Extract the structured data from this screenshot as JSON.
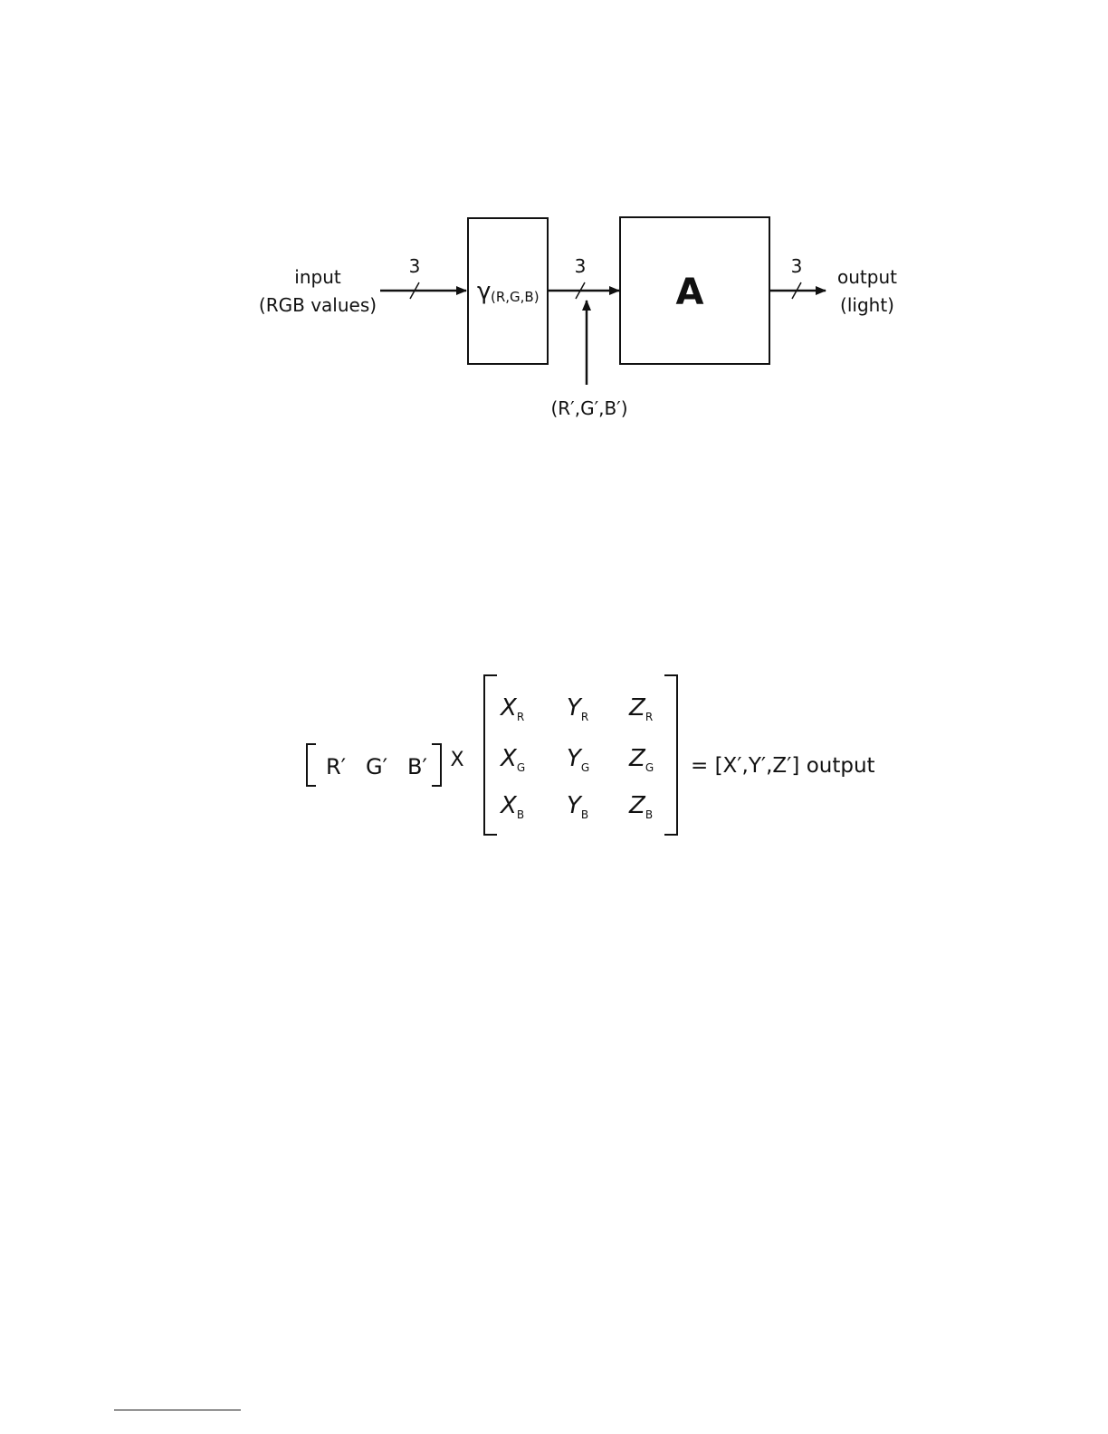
{
  "block_diagram": {
    "input_label_line1": "input",
    "input_label_line2": "(RGB values)",
    "bus_width_1": "3",
    "bus_width_2": "3",
    "bus_width_3": "3",
    "gamma_symbol": "γ",
    "gamma_args": "(R,G,B)",
    "matrix_block_label": "A",
    "intermediate_label": "(R′,G′,B′)",
    "output_label_line1": "output",
    "output_label_line2": "(light)"
  },
  "equation": {
    "row_vector": [
      "R′",
      "G′",
      "B′"
    ],
    "times": "X",
    "matrix": [
      [
        {
          "base": "X",
          "sub": "R"
        },
        {
          "base": "Y",
          "sub": "R"
        },
        {
          "base": "Z",
          "sub": "R"
        }
      ],
      [
        {
          "base": "X",
          "sub": "G"
        },
        {
          "base": "Y",
          "sub": "G"
        },
        {
          "base": "Z",
          "sub": "G"
        }
      ],
      [
        {
          "base": "X",
          "sub": "B"
        },
        {
          "base": "Y",
          "sub": "B"
        },
        {
          "base": "Z",
          "sub": "B"
        }
      ]
    ],
    "result": "= [X′,Y′,Z′] output"
  }
}
